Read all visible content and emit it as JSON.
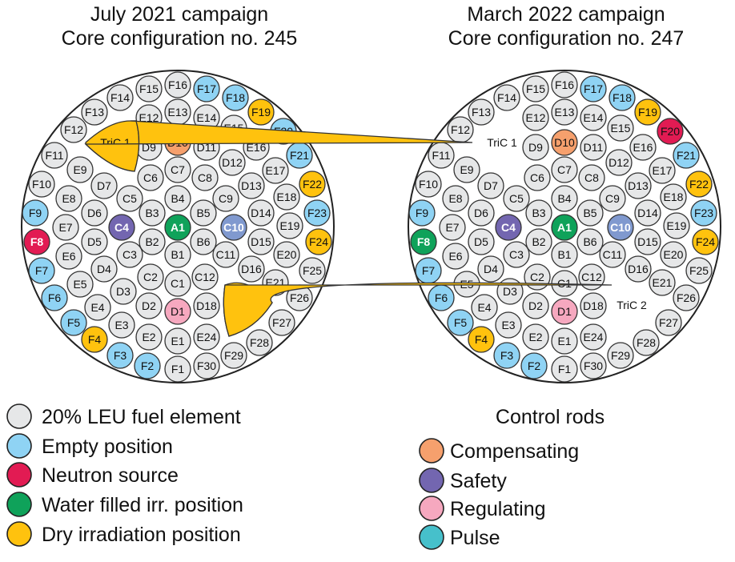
{
  "colors": {
    "fuel": "#e6e7e8",
    "empty": "#8fd3f4",
    "source": "#e21b53",
    "water": "#0fa25a",
    "dry": "#ffc20e",
    "compensating": "#f6a06d",
    "safety": "#7366b0",
    "regulating": "#f6a8bf",
    "pulse": "#46c0cb",
    "c10": "#8099cf"
  },
  "cores": [
    {
      "title_lines": [
        "July 2021 campaign",
        "Core configuration no. 245"
      ],
      "tric_labels": [
        "TriC 1",
        "TriC 2"
      ],
      "special": {
        "F8": "source",
        "F19": "dry",
        "F20": "empty",
        "F4": "dry",
        "F22": "dry",
        "F24": "dry"
      }
    },
    {
      "title_lines": [
        "March 2022 campaign",
        "Core configuration no. 247"
      ],
      "tric_labels": [
        "TriC 1",
        "TriC 2"
      ],
      "special": {
        "F8": "water",
        "F19": "dry",
        "F20": "source",
        "F4": "dry",
        "F22": "dry",
        "F24": "dry"
      }
    }
  ],
  "legend_left": [
    {
      "label": "20% LEU fuel element",
      "color_key": "fuel"
    },
    {
      "label": "Empty position",
      "color_key": "empty"
    },
    {
      "label": "Neutron source",
      "color_key": "source"
    },
    {
      "label": "Water filled irr. position",
      "color_key": "water"
    },
    {
      "label": "Dry irradiation position",
      "color_key": "dry"
    }
  ],
  "legend_right": {
    "title": "Control rods",
    "items": [
      {
        "label": "Compensating",
        "color_key": "compensating"
      },
      {
        "label": "Safety",
        "color_key": "safety"
      },
      {
        "label": "Regulating",
        "color_key": "regulating"
      },
      {
        "label": "Pulse",
        "color_key": "pulse"
      }
    ]
  }
}
